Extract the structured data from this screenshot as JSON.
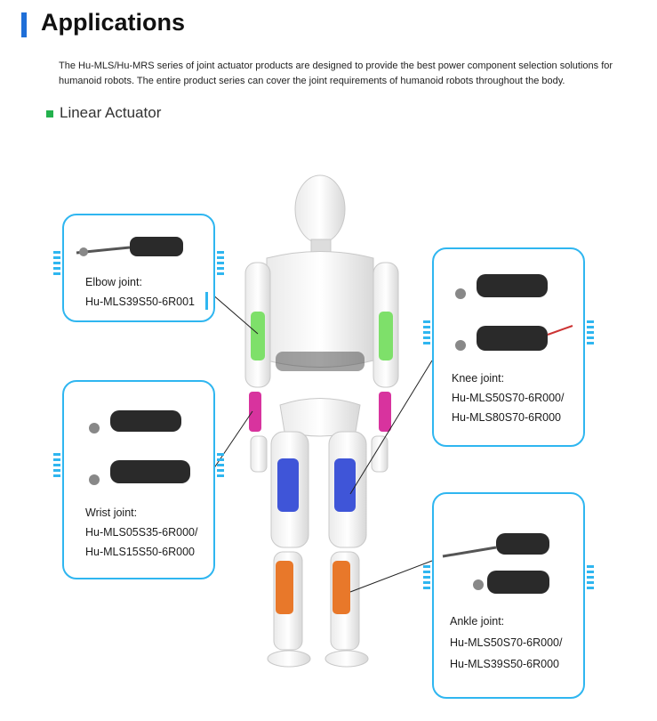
{
  "header": {
    "title": "Applications",
    "intro": "The Hu-MLS/Hu-MRS series of joint actuator products are designed to provide the best power component selection solutions for humanoid robots. The entire product series can cover the joint requirements of humanoid robots throughout the body."
  },
  "section": {
    "subtitle": "Linear Actuator"
  },
  "cards": {
    "elbow": {
      "joint": "Elbow joint:",
      "models": [
        "Hu-MLS39S50-6R001"
      ]
    },
    "wrist": {
      "joint": "Wrist joint:",
      "models": [
        "Hu-MLS05S35-6R000/",
        "Hu-MLS15S50-6R000"
      ]
    },
    "knee": {
      "joint": "Knee joint:",
      "models": [
        "Hu-MLS50S70-6R000/",
        "Hu-MLS80S70-6R000"
      ]
    },
    "ankle": {
      "joint": "Ankle joint:",
      "models": [
        "Hu-MLS50S70-6R000/",
        "Hu-MLS39S50-6R000"
      ]
    }
  },
  "colors": {
    "accent_blue": "#2fb6f0",
    "title_bar": "#1f6fd8",
    "bullet_green": "#23b14d",
    "elbow_actuator": "#7ee06a",
    "wrist_actuator": "#d8339e",
    "knee_actuator": "#3f55d8",
    "ankle_actuator": "#e8782a"
  }
}
